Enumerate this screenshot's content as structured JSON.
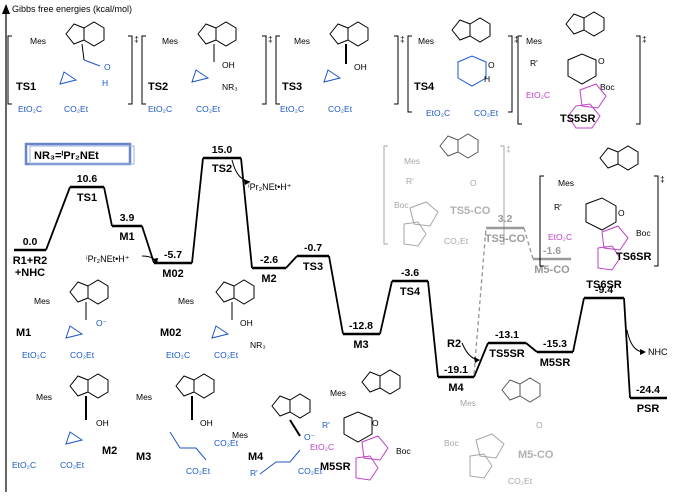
{
  "axis": {
    "ylabel": "Gibbs free energies (kcal/mol)"
  },
  "base_label": "NR₃=ⁱPr₂NEt",
  "colors": {
    "main": "#000000",
    "grey_path": "#9a9a9a",
    "blue": "#1a56c8",
    "magenta": "#c040c8",
    "box_stroke": "#6b86c8"
  },
  "levels": [
    {
      "id": "R1R2",
      "label": "R1+R2",
      "label2": "+NHC",
      "energy": "0.0"
    },
    {
      "id": "TS1",
      "label": "TS1",
      "energy": "10.6"
    },
    {
      "id": "M1",
      "label": "M1",
      "energy": "3.9"
    },
    {
      "id": "M02",
      "label": "M02",
      "energy": "-5.7"
    },
    {
      "id": "TS2",
      "label": "TS2",
      "energy": "15.0"
    },
    {
      "id": "M2",
      "label": "M2",
      "energy": "-2.6"
    },
    {
      "id": "TS3",
      "label": "TS3",
      "energy": "-0.7"
    },
    {
      "id": "M3",
      "label": "M3",
      "energy": "-12.8"
    },
    {
      "id": "TS4",
      "label": "TS4",
      "energy": "-3.6"
    },
    {
      "id": "M4",
      "label": "M4",
      "energy": "-19.1"
    },
    {
      "id": "TS5SR",
      "label": "TS5SR",
      "energy": "-13.1"
    },
    {
      "id": "M5SR",
      "label": "M5SR",
      "energy": "-15.3"
    },
    {
      "id": "TS6SR",
      "label": "TS6SR",
      "energy": "-9.4"
    },
    {
      "id": "PSR",
      "label": "PSR",
      "energy": "-24.4"
    },
    {
      "id": "TS5CO",
      "label": "TS5-CO",
      "energy": "3.2"
    },
    {
      "id": "M5CO",
      "label": "M5-CO",
      "energy": "-1.6"
    }
  ],
  "annotations": {
    "base_h_release": "ⁱPr₂NEt•H⁺",
    "base_h_add": "ⁱPr₂NEt•H⁺",
    "r2": "R2",
    "nhc": "NHC"
  },
  "structures": {
    "ts1": "TS1",
    "ts2": "TS2",
    "ts3": "TS3",
    "ts4": "TS4",
    "ts5sr": "TS5SR",
    "ts5co": "TS5-CO",
    "ts6sr": "TS6SR",
    "m1": "M1",
    "m02": "M02",
    "m2": "M2",
    "m3": "M3",
    "m4": "M4",
    "m5sr": "M5SR",
    "m5co": "M5-CO",
    "mes": "Mes",
    "boc": "Boc",
    "co2et": "CO₂Et",
    "eto2c": "EtO₂C",
    "nr3": "NR₃",
    "dagger": "‡"
  }
}
